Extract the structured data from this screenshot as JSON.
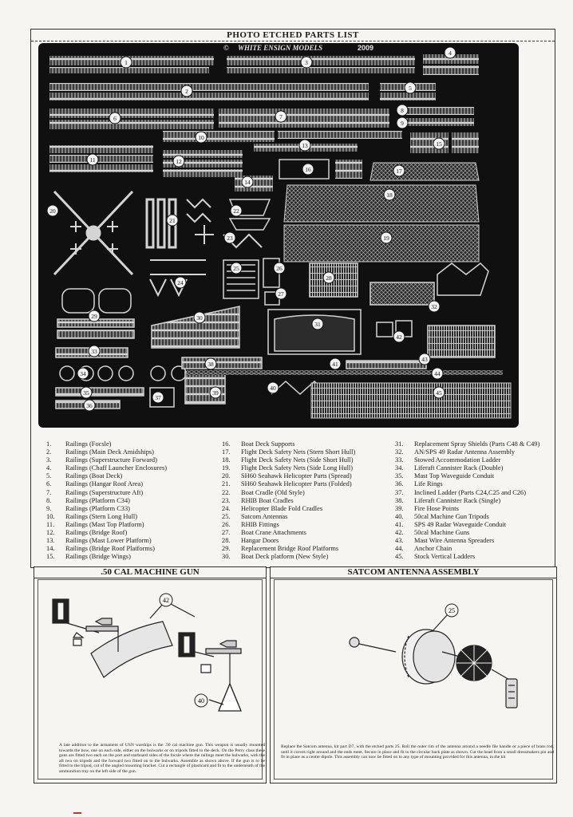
{
  "header": {
    "title": "PHOTO ETCHED PARTS LIST"
  },
  "fret": {
    "copyright": "©",
    "maker": "WHITE ENSIGN MODELS",
    "year": "2009",
    "callouts": [
      "1",
      "2",
      "3",
      "4",
      "5",
      "6",
      "7",
      "8",
      "9",
      "10",
      "11",
      "12",
      "13",
      "14",
      "15",
      "16",
      "17",
      "18",
      "19",
      "20",
      "21",
      "22",
      "23",
      "24",
      "25",
      "26",
      "27",
      "28",
      "29",
      "30",
      "31",
      "32",
      "33",
      "34",
      "35",
      "36",
      "37",
      "38",
      "39",
      "40",
      "41",
      "42",
      "43",
      "44",
      "45"
    ]
  },
  "parts_list": {
    "column1": [
      {
        "num": "1.",
        "name": "Railings (Focsle)"
      },
      {
        "num": "2.",
        "name": "Railings (Main Deck Amidships)"
      },
      {
        "num": "3.",
        "name": "Railings (Superstructure Forward)"
      },
      {
        "num": "4.",
        "name": "Railings (Chaff Launcher Enclosures)"
      },
      {
        "num": "5.",
        "name": "Railings (Boat Deck)"
      },
      {
        "num": "6.",
        "name": "Railings (Hangar Roof Area)"
      },
      {
        "num": "7.",
        "name": "Railings (Superstructure Aft)"
      },
      {
        "num": "8.",
        "name": "Railings (Platform C34)"
      },
      {
        "num": "9.",
        "name": "Railings (Platform C33)"
      },
      {
        "num": "10.",
        "name": "Railings (Stern Long Hull)"
      },
      {
        "num": "11.",
        "name": "Railings (Mast Top Platform)"
      },
      {
        "num": "12.",
        "name": "Railings (Bridge Roof)"
      },
      {
        "num": "13.",
        "name": "Railings (Mast Lower Platform)"
      },
      {
        "num": "14.",
        "name": "Railings (Bridge Roof Platforms)"
      },
      {
        "num": "15.",
        "name": "Railings (Bridge Wings)"
      }
    ],
    "column2": [
      {
        "num": "16.",
        "name": "Boat Deck Supports"
      },
      {
        "num": "17.",
        "name": "Flight Deck Safety Nets (Stern Short Hull)"
      },
      {
        "num": "18.",
        "name": "Flight Deck Safety Nets (Side Short Hull)"
      },
      {
        "num": "19.",
        "name": "Flight Deck Safety Nets (Side Long Hull)"
      },
      {
        "num": "20.",
        "name": "SH60 Seahawk Helicopter Parts (Spread)"
      },
      {
        "num": "21.",
        "name": "SH60 Seahawk Helicopter Parts (Folded)"
      },
      {
        "num": "22.",
        "name": "Boat Cradle (Old Style)"
      },
      {
        "num": "23.",
        "name": "RHIB Boat Cradles"
      },
      {
        "num": "24.",
        "name": "Helicopter Blade Fold Cradles"
      },
      {
        "num": "25.",
        "name": "Satcom Antennas"
      },
      {
        "num": "26.",
        "name": "RHIB Fittings"
      },
      {
        "num": "27.",
        "name": "Boat Crane Attachments"
      },
      {
        "num": "28.",
        "name": "Hangar Doors"
      },
      {
        "num": "29.",
        "name": "Replacement Bridge Roof Platforms"
      },
      {
        "num": "30.",
        "name": "Boat Deck platform (New Style)"
      }
    ],
    "column3": [
      {
        "num": "31.",
        "name": "Replacement Spray Shields (Parts C48 & C49)"
      },
      {
        "num": "32.",
        "name": "AN/SPS 49 Radar Antenna Assembly"
      },
      {
        "num": "33.",
        "name": "Stowed Accommodation Ladder"
      },
      {
        "num": "34.",
        "name": "Liferaft Cannister Rack (Double)"
      },
      {
        "num": "35.",
        "name": "Mast Top Waveguide Conduit"
      },
      {
        "num": "36.",
        "name": "Life Rings"
      },
      {
        "num": "37.",
        "name": "Inclined Ladder (Parts C24,C25 and C26)"
      },
      {
        "num": "38.",
        "name": "Liferaft Cannister Rack (Single)"
      },
      {
        "num": "39.",
        "name": "Fire Hose Points"
      },
      {
        "num": "40.",
        "name": "50cal Machine Gun Tripods"
      },
      {
        "num": "41.",
        "name": "SPS 49 Radar Waveguide Conduit"
      },
      {
        "num": "42.",
        "name": "50cal Machine Guns"
      },
      {
        "num": "43.",
        "name": "Mast Wire Antenna Spreaders"
      },
      {
        "num": "44.",
        "name": "Anchor Chain"
      },
      {
        "num": "45.",
        "name": "Stock Vertical Ladders"
      }
    ]
  },
  "machine_gun": {
    "title": ".50 CAL MACHINE GUN",
    "callout_top": "42",
    "callout_bottom": "40",
    "note": "A late addition to the armament of USN warships is the .50 cal machine gun. This weapon is usually mounted towards the bow, one on each side, either on the bulwarks or on tripods fitted to the deck. On the Perry class these guns are fitted two each on the port and starboard sides of the focsle where the railings meet the bulwarks, with the aft two on tripods and the forward two fitted on to the bulwarks. Assemble as shown above. If the gun is to be fitted to the tripod, cut of the angled mounting bracket. Cut a rectangle of plasticard and fit to the underneath of the ammunition tray on the left side of the gun."
  },
  "satcom": {
    "title": "SATCOM ANTENNA ASSEMBLY",
    "callout": "25",
    "note": "Replace the Satcom antenna, kit part D7, with the etched parts 25. Roll the outer rim of the antenna around a needle file handle or a piece of brass rod, until it curves right around and the ends meet. Secure in place and fit to the circular back plate as shown. Cut the head from a small dressmakers pin and fit in place as a centre dipole. This assembly can now be fitted on to any type of mounting provided for this antenna, in the kit"
  },
  "colors": {
    "fret": "#101010",
    "etch": "#cfcfcf",
    "paper": "#f6f5f1",
    "ink": "#1a1a1a"
  }
}
